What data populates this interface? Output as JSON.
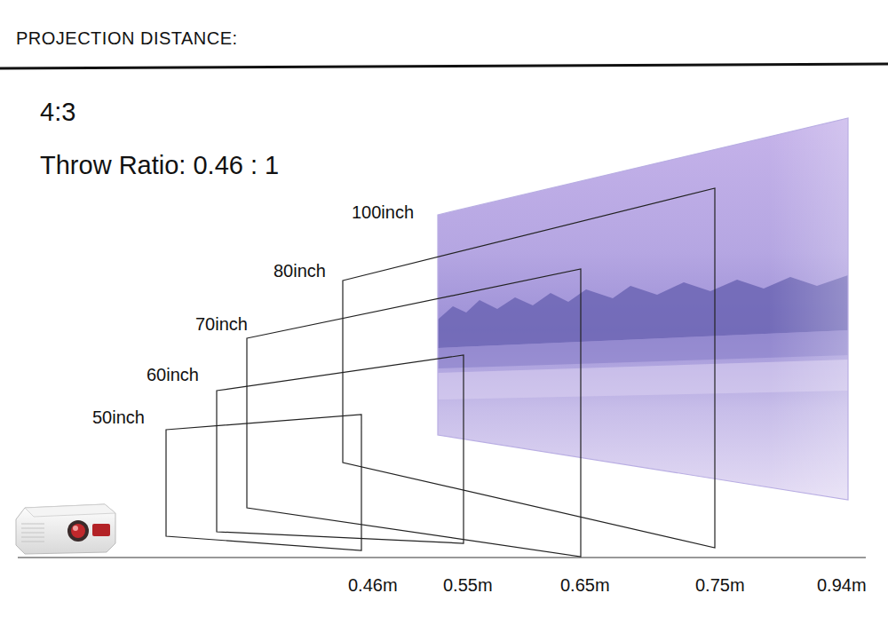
{
  "diagram": {
    "title": "PROJECTION DISTANCE:",
    "nodes": [
      {
        "text": [
          "100inch"
        ]
      },
      {
        "text": [
          "80inch"
        ]
      },
      {
        "text": [
          "70inch"
        ]
      },
      {
        "text": [
          "60inch"
        ]
      },
      {
        "text": [
          "50inch"
        ]
      }
    ],
    "labels": [
      "4:3",
      "Throw Ratio: 0.46 : 1",
      "0.46m",
      "0.55m",
      "0.65m",
      "0.75m",
      "0.94m"
    ]
  }
}
